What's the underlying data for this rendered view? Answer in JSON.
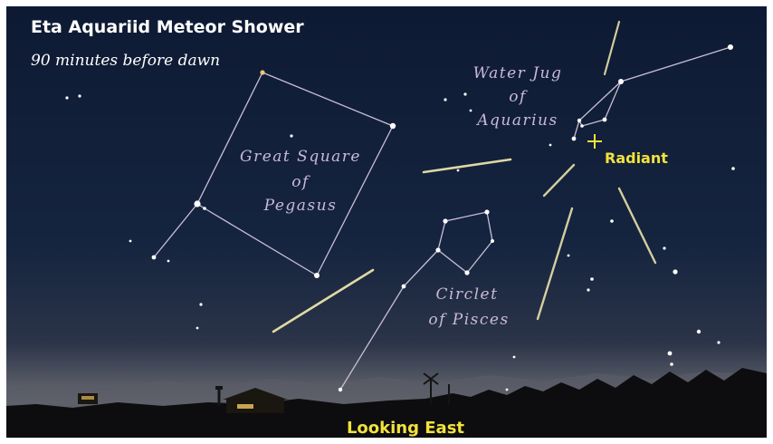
{
  "header": {
    "title": "Eta Aquariid Meteor Shower",
    "subtitle": "90 minutes before dawn"
  },
  "labels": {
    "water_jug": [
      "Water Jug",
      "of",
      "Aquarius"
    ],
    "great_square": [
      "Great Square",
      "of",
      "Pegasus"
    ],
    "circlet": [
      "Circlet",
      "of Pisces"
    ],
    "radiant": "Radiant",
    "direction": "Looking East"
  },
  "colors": {
    "sky_top": "#0e1a33",
    "sky_mid": "#15243f",
    "sky_horizon": "#6a6c72",
    "constellation_line": "#c9bfd6",
    "label_text": "#c9b9d8",
    "accent_yellow": "#f2e23c",
    "meteor": "#f4ecb0",
    "star": "#ffffff",
    "frame": "#ffffff"
  }
}
